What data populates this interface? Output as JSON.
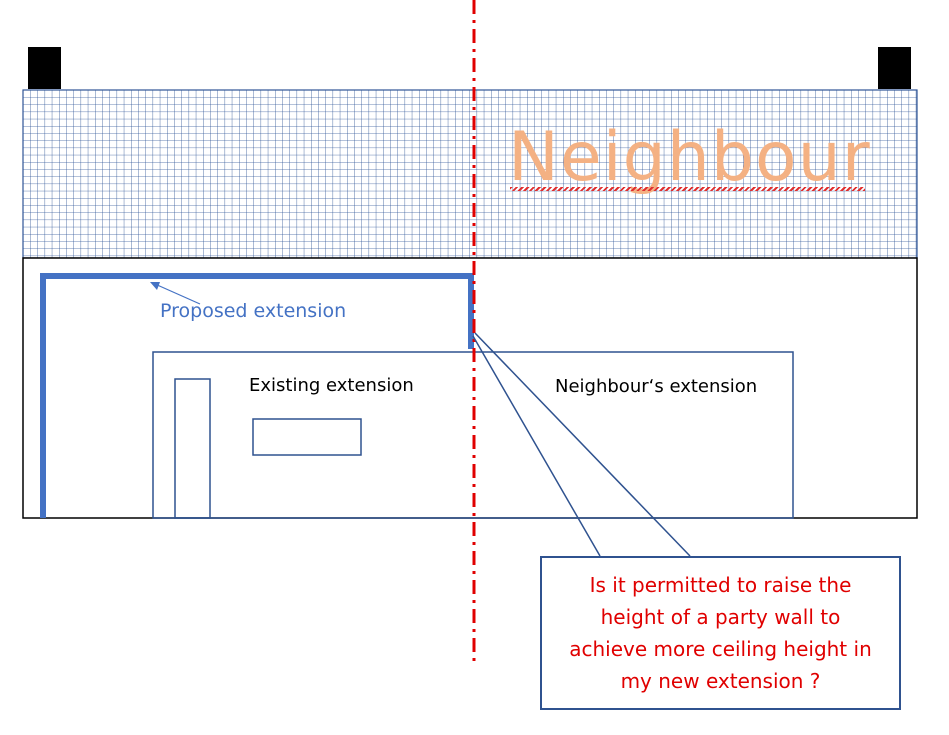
{
  "labels": {
    "neighbour": "Neighbour",
    "proposed_extension": "Proposed extension",
    "existing_extension": "Existing extension",
    "neighbours_extension": "Neighbour‘s extension"
  },
  "question": "Is it permitted to raise the\nheight of a party wall to\nachieve more ceiling height in\nmy new extension ?",
  "colors": {
    "roof_grid": "#2f5597",
    "outline": "#000000",
    "shape_outline": "#2f528f",
    "proposed_wall": "#4472c4",
    "party_line": "#e00000",
    "neighbour_text": "#f4b183",
    "question_text": "#e00000"
  }
}
